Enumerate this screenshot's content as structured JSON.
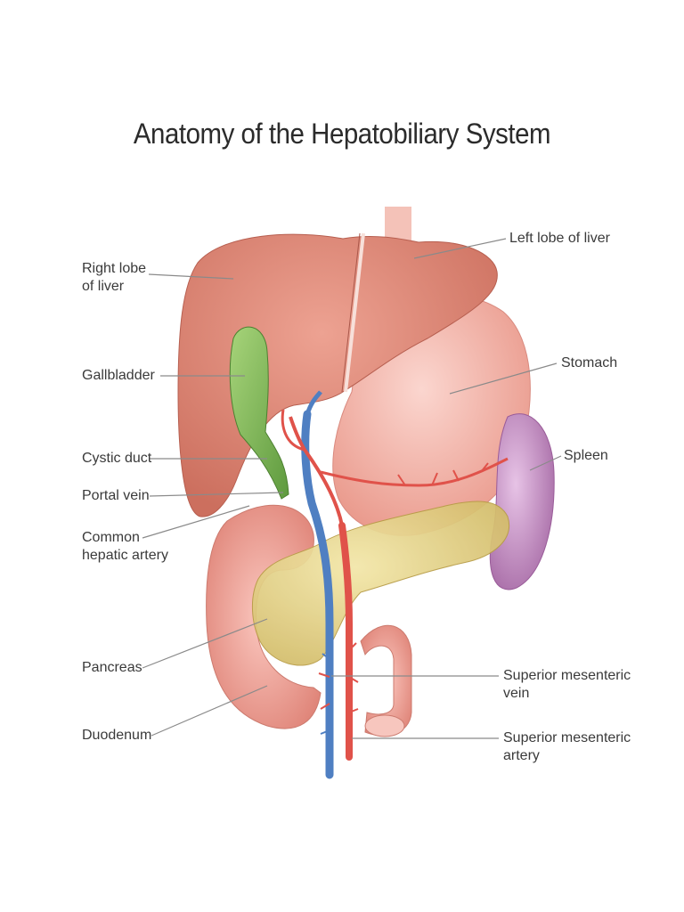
{
  "title": "Anatomy of the Hepatobiliary System",
  "labels": {
    "right_lobe": [
      "Right lobe",
      "of liver"
    ],
    "gallbladder": "Gallbladder",
    "cystic_duct": "Cystic duct",
    "portal_vein": "Portal vein",
    "common_hepatic_artery": [
      "Common",
      "hepatic artery"
    ],
    "pancreas": "Pancreas",
    "duodenum": "Duodenum",
    "left_lobe": "Left lobe of liver",
    "stomach": "Stomach",
    "spleen": "Spleen",
    "sup_mesenteric_vein": [
      "Superior mesenteric",
      "vein"
    ],
    "sup_mesenteric_artery": [
      "Superior mesenteric",
      "artery"
    ]
  },
  "colors": {
    "liver": "#dd8a78",
    "stomach": "#f2b3aa",
    "gallbladder": "#7fb95a",
    "spleen": "#c58fc4",
    "pancreas": "#e8d486",
    "duodenum": "#f0a8a0",
    "vein": "#4f7fc2",
    "artery": "#e0524a",
    "leader": "#8a8a8a"
  }
}
